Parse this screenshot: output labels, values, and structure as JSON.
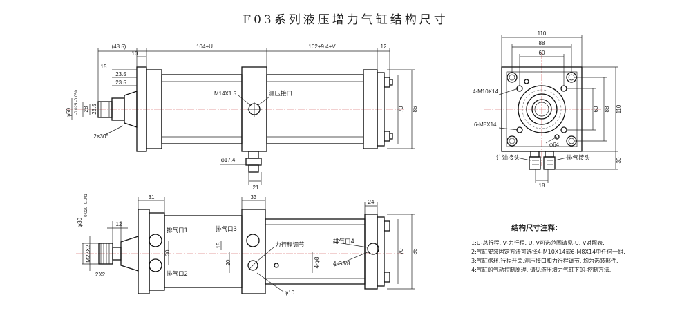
{
  "title": "F03系列液压增力气缸结构尺寸",
  "front_view": {
    "dim_48_5": "(48.5)",
    "dim_10": "10",
    "dim_104u": "104+U",
    "dim_102v": "102+9.4+V",
    "dim_12": "12",
    "dim_15": "15",
    "dim_23_5a": "23.5",
    "dim_23_5b": "23.5",
    "dim_28": "28",
    "dim_phi50": "φ50",
    "dim_phi50_tol": "-0.025 -0.050",
    "dim_2x30": "2×30°",
    "thread_m14": "M14X1.5",
    "pressure_port": "测压接口",
    "dim_70": "70",
    "dim_86": "86",
    "dim_phi17_4": "φ17.4",
    "dim_21": "21"
  },
  "side_view": {
    "dim_110": "110",
    "dim_88": "88",
    "dim_60": "60",
    "bolt_4m10": "4-M10X14",
    "bolt_6m8": "6-M8X14",
    "dim_phi64": "φ64",
    "oil_fitting": "注油接头",
    "exhaust_fitting": "排气接头",
    "dim_18": "18",
    "dim_60v": "60",
    "dim_88v": "88",
    "dim_110v": "110",
    "dim_30": "30"
  },
  "top_view": {
    "dim_31": "31",
    "dim_33": "33",
    "dim_24": "24",
    "dim_12": "12",
    "dim_phi30": "φ30",
    "dim_phi30_tol": "-0.020 -0.041",
    "exhaust_1": "排气口1",
    "exhaust_2": "排气口2",
    "exhaust_3": "排气口3",
    "exhaust_4": "排气口4",
    "stroke_adjust": "力行程调节",
    "dim_15": "15",
    "dim_20": "20",
    "dim_30": "30",
    "dim_4phi8": "4-φ8",
    "dim_4g38": "4-G3/8",
    "dim_phi10": "φ10",
    "thread_m22": "M22X2",
    "dim_2x2": "2X2",
    "dim_70": "70",
    "dim_86": "86"
  },
  "notes": {
    "title": "结构尺寸注释:",
    "items": [
      "1:U-总行程, V-力行程. U. V可选范围请见-U. V对照表.",
      "2:气缸安装固定方法可选择4-M10X14或6-M8X14中任何一组.",
      "3:气缸缩环,行程开关,测压接口和力行程调节, 均为选装部件.",
      "4:气缸的气动控制原理, 请见液压增力气缸下的-控制方法."
    ]
  }
}
